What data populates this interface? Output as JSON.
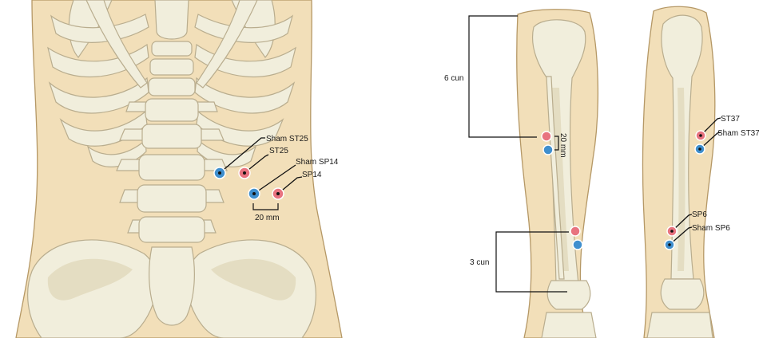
{
  "colors": {
    "true_point": "#e8737f",
    "sham_point": "#3f8fce",
    "skin": "#f2dfb9",
    "bone": "#f1eedc"
  },
  "abdomen": {
    "labels": {
      "sham_st25": "Sham ST25",
      "st25": "ST25",
      "sham_sp14": "Sham SP14",
      "sp14": "SP14",
      "distance": "20 mm"
    }
  },
  "leg_front": {
    "labels": {
      "six_cun": "6 cun",
      "distance": "20 mm",
      "three_cun": "3 cun"
    }
  },
  "leg_side": {
    "labels": {
      "st37": "ST37",
      "sham_st37": "Sham ST37",
      "sp6": "SP6",
      "sham_sp6": "Sham SP6"
    }
  }
}
